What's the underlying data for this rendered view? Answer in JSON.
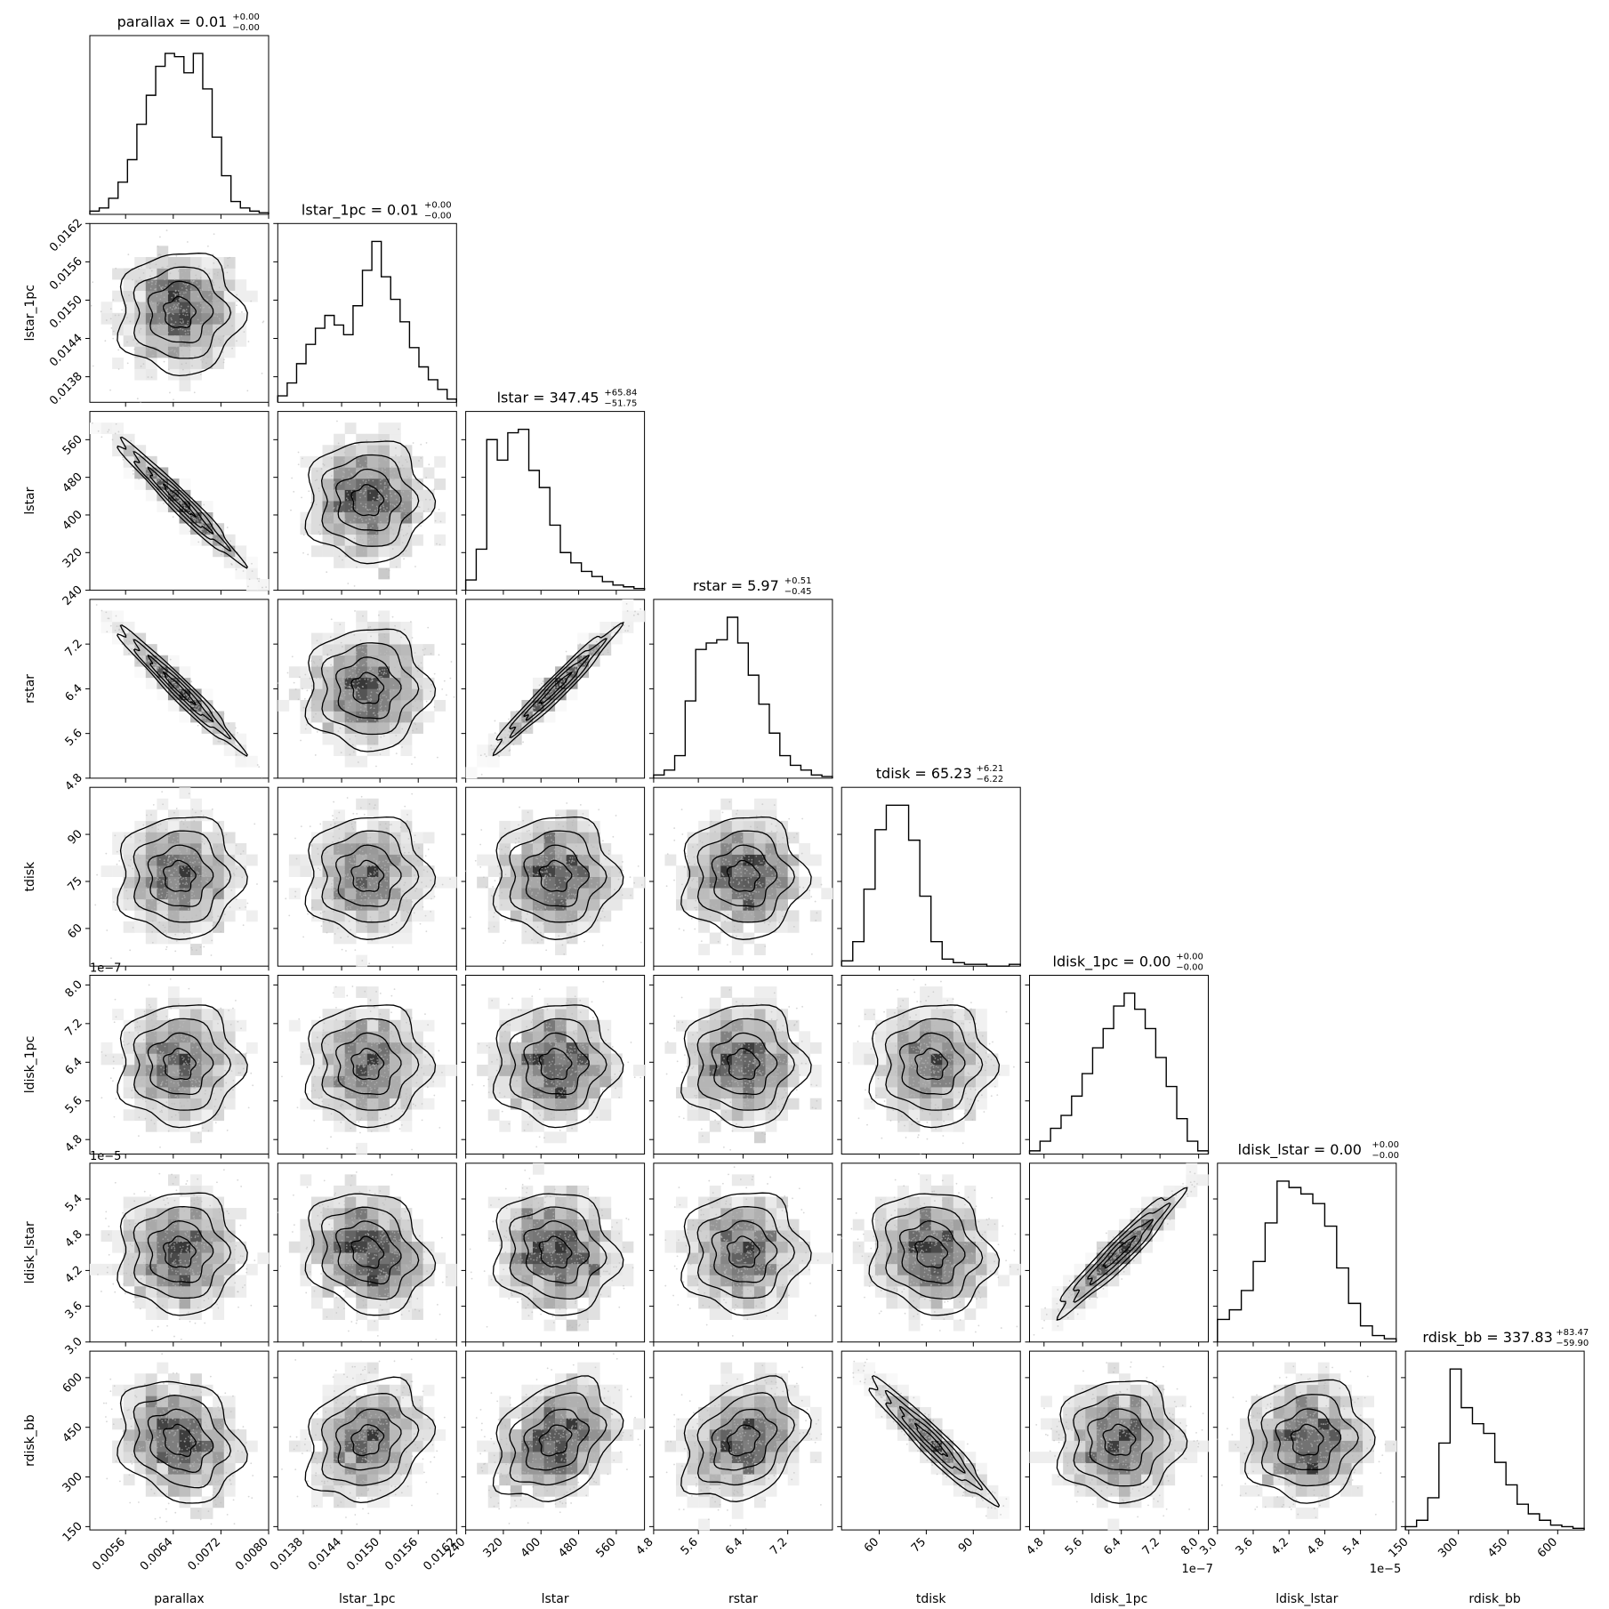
{
  "chart_data": {
    "type": "corner",
    "parameters": [
      "parallax",
      "lstar_1pc",
      "lstar",
      "rstar",
      "tdisk",
      "ldisk_1pc",
      "ldisk_lstar",
      "rdisk_bb"
    ],
    "titles": [
      {
        "label": "parallax = 0.01",
        "upper": "+0.00",
        "lower": "−0.00"
      },
      {
        "label": "lstar_1pc = 0.01",
        "upper": "+0.00",
        "lower": "−0.00"
      },
      {
        "label": "lstar = 347.45",
        "upper": "+65.84",
        "lower": "−51.75"
      },
      {
        "label": "rstar = 5.97",
        "upper": "+0.51",
        "lower": "−0.45"
      },
      {
        "label": "tdisk = 65.23",
        "upper": "+6.21",
        "lower": "−6.22"
      },
      {
        "label": "ldisk_1pc = 0.00",
        "upper": "+0.00",
        "lower": "−0.00"
      },
      {
        "label": "ldisk_lstar = 0.00",
        "upper": "+0.00",
        "lower": "−0.00"
      },
      {
        "label": "rdisk_bb = 337.83",
        "upper": "+83.47",
        "lower": "−59.90"
      }
    ],
    "offset_labels": {
      "ldisk_1pc": "1e−7",
      "ldisk_lstar": "1e−5"
    },
    "axes": [
      {
        "name": "parallax",
        "range": [
          0.005,
          0.008
        ],
        "ticks": [
          0.0056,
          0.0064,
          0.0072,
          0.008
        ],
        "tick_labels": [
          "0.0056",
          "0.0064",
          "0.0072",
          "0.0080"
        ]
      },
      {
        "name": "lstar_1pc",
        "range": [
          0.0134,
          0.0162
        ],
        "ticks": [
          0.0138,
          0.0144,
          0.015,
          0.0156,
          0.0162
        ],
        "tick_labels": [
          "0.0138",
          "0.0144",
          "0.0150",
          "0.0156",
          "0.0162"
        ]
      },
      {
        "name": "lstar",
        "range": [
          240,
          620
        ],
        "ticks": [
          240,
          320,
          400,
          480,
          560
        ],
        "tick_labels": [
          "240",
          "320",
          "400",
          "480",
          "560"
        ]
      },
      {
        "name": "rstar",
        "range": [
          4.8,
          8.0
        ],
        "ticks": [
          4.8,
          5.6,
          6.4,
          7.2
        ],
        "tick_labels": [
          "4.8",
          "5.6",
          "6.4",
          "7.2"
        ]
      },
      {
        "name": "tdisk",
        "range": [
          48,
          105
        ],
        "ticks": [
          60,
          75,
          90
        ],
        "tick_labels": [
          "60",
          "75",
          "90"
        ]
      },
      {
        "name": "ldisk_1pc",
        "range": [
          4.5,
          8.2
        ],
        "ticks": [
          4.8,
          5.6,
          6.4,
          7.2,
          8.0
        ],
        "tick_labels": [
          "4.8",
          "5.6",
          "6.4",
          "7.2",
          "8.0"
        ]
      },
      {
        "name": "ldisk_lstar",
        "range": [
          3.0,
          6.0
        ],
        "ticks": [
          3.0,
          3.6,
          4.2,
          4.8,
          5.4
        ],
        "tick_labels": [
          "3.0",
          "3.6",
          "4.2",
          "4.8",
          "5.4"
        ]
      },
      {
        "name": "rdisk_bb",
        "range": [
          140,
          680
        ],
        "ticks": [
          150,
          300,
          450,
          600
        ],
        "tick_labels": [
          "150",
          "300",
          "450",
          "600"
        ]
      }
    ],
    "marginals": [
      {
        "param": "parallax",
        "counts": [
          2,
          4,
          10,
          20,
          34,
          56,
          74,
          92,
          100,
          98,
          88,
          100,
          78,
          48,
          24,
          8,
          4,
          2,
          1
        ]
      },
      {
        "param": "lstar_1pc",
        "counts": [
          4,
          12,
          24,
          36,
          46,
          54,
          48,
          42,
          60,
          82,
          100,
          78,
          64,
          50,
          34,
          22,
          14,
          8,
          2
        ]
      },
      {
        "param": "lstar",
        "counts": [
          6,
          24,
          88,
          76,
          92,
          94,
          70,
          60,
          38,
          22,
          16,
          11,
          8,
          5,
          3,
          2,
          1
        ]
      },
      {
        "param": "rstar",
        "counts": [
          2,
          5,
          14,
          48,
          80,
          84,
          86,
          100,
          84,
          64,
          46,
          28,
          14,
          8,
          5,
          2,
          1
        ]
      },
      {
        "param": "tdisk",
        "counts": [
          3,
          14,
          44,
          78,
          92,
          92,
          72,
          40,
          14,
          4,
          2,
          1,
          1,
          0,
          0,
          1
        ]
      },
      {
        "param": "ldisk_1pc",
        "counts": [
          2,
          8,
          16,
          24,
          36,
          50,
          66,
          78,
          92,
          100,
          90,
          78,
          60,
          42,
          22,
          8,
          2
        ]
      },
      {
        "param": "ldisk_lstar",
        "counts": [
          14,
          20,
          32,
          50,
          74,
          100,
          96,
          92,
          86,
          72,
          46,
          24,
          10,
          4,
          2
        ]
      },
      {
        "param": "rdisk_bb",
        "counts": [
          2,
          6,
          20,
          54,
          100,
          76,
          66,
          60,
          42,
          28,
          16,
          10,
          6,
          3,
          2,
          1
        ]
      }
    ],
    "correlations": [
      {
        "pair": [
          "parallax",
          "lstar"
        ],
        "r": -0.97
      },
      {
        "pair": [
          "parallax",
          "rstar"
        ],
        "r": -0.97
      },
      {
        "pair": [
          "lstar",
          "rstar"
        ],
        "r": 0.97
      },
      {
        "pair": [
          "tdisk",
          "rdisk_bb"
        ],
        "r": -0.95
      },
      {
        "pair": [
          "ldisk_1pc",
          "ldisk_lstar"
        ],
        "r": 0.95
      },
      {
        "pair": [
          "lstar",
          "rdisk_bb"
        ],
        "r": 0.3
      },
      {
        "pair": [
          "rstar",
          "rdisk_bb"
        ],
        "r": 0.3
      },
      {
        "pair": [
          "parallax",
          "rdisk_bb"
        ],
        "r": -0.2
      },
      {
        "pair": [
          "lstar_1pc",
          "rdisk_bb"
        ],
        "r": 0.2
      },
      {
        "pair": [
          "lstar_1pc",
          "ldisk_lstar"
        ],
        "r": -0.15
      },
      {
        "pair": [
          "lstar",
          "ldisk_lstar"
        ],
        "r": -0.1
      },
      {
        "pair": [
          "tdisk",
          "ldisk_lstar"
        ],
        "r": -0.1
      },
      {
        "pair": [
          "ldisk_lstar",
          "rdisk_bb"
        ],
        "r": 0.05
      }
    ],
    "colors": {
      "axes": "#000000",
      "contour": "#000000",
      "points": "#bbbbbb",
      "fill_dark": "#333333",
      "fill_light": "#ffffff"
    }
  }
}
